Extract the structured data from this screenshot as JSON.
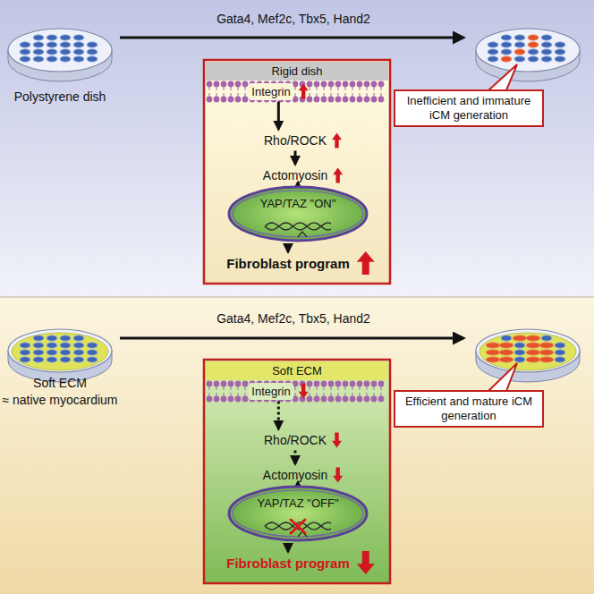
{
  "diagram": {
    "nodes": [
      {
        "text": [
          "Polystyrene dish"
        ]
      },
      {
        "text": [
          "Rigid dish"
        ]
      },
      {
        "text": [
          "Integrin"
        ]
      },
      {
        "text": [
          "Rho/ROCK"
        ]
      },
      {
        "text": [
          "Actomyosin"
        ]
      },
      {
        "text": [
          "YAP/TAZ \"ON\""
        ]
      },
      {
        "text": [
          "Fibroblast program"
        ]
      },
      {
        "text": [
          "Inefficient and immature iCM generation"
        ]
      },
      {
        "text": [
          "Soft ECM",
          "≈ native myocardium"
        ]
      },
      {
        "text": [
          "Soft ECM"
        ]
      },
      {
        "text": [
          "Integrin"
        ]
      },
      {
        "text": [
          "Rho/ROCK"
        ]
      },
      {
        "text": [
          "Actomyosin"
        ]
      },
      {
        "text": [
          "YAP/TAZ \"OFF\""
        ]
      },
      {
        "text": [
          "Fibroblast program"
        ]
      },
      {
        "text": [
          "Efficient and mature iCM generation"
        ]
      }
    ],
    "edges": [
      {
        "from": 2,
        "to": 3,
        "arrow": "to"
      },
      {
        "from": 3,
        "to": 4,
        "arrow": "to"
      },
      {
        "from": 4,
        "to": 5,
        "arrow": "to"
      },
      {
        "from": 5,
        "to": 6,
        "arrow": "to"
      },
      {
        "from": 10,
        "to": 11,
        "arrow": "to"
      },
      {
        "from": 11,
        "to": 12,
        "arrow": "to"
      },
      {
        "from": 12,
        "to": 13,
        "arrow": "to"
      },
      {
        "from": 13,
        "to": 14,
        "arrow": "to"
      }
    ],
    "labels": [
      "Gata4, Mef2c, Tbx5, Hand2",
      "Gata4, Mef2c, Tbx5, Hand2"
    ]
  }
}
